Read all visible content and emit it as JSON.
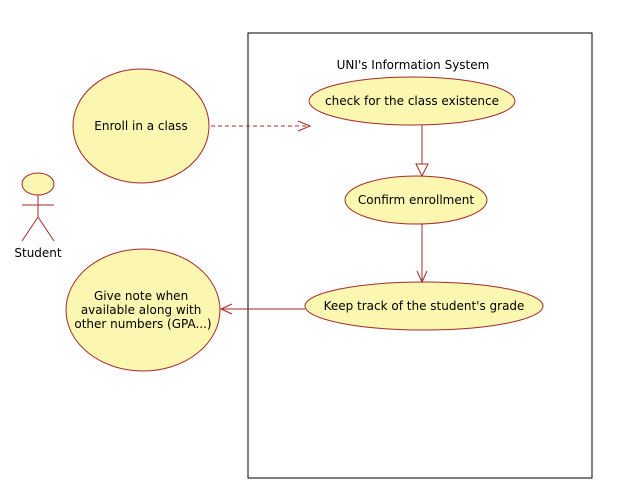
{
  "system": {
    "title": "UNI's Information System"
  },
  "actor": {
    "name": "Student"
  },
  "use_cases": {
    "enroll": "Enroll in a class",
    "check": "check for the class existence",
    "confirm": "Confirm enrollment",
    "track": "Keep track of the student's grade",
    "give_note": [
      "Give note when",
      "available along with",
      "other numbers (GPA...)"
    ]
  },
  "colors": {
    "use_case_fill": "#fbf7b0",
    "stroke": "#a52a2a",
    "text": "#000000",
    "boundary": "#000000"
  }
}
